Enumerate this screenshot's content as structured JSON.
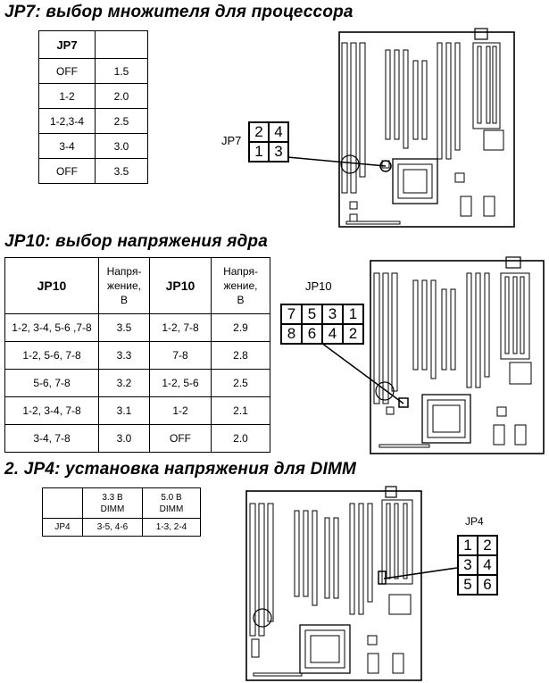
{
  "sections": {
    "jp7": {
      "title": "JP7: выбор множителя для процессора",
      "header": [
        "JP7",
        ""
      ],
      "rows": [
        [
          "OFF",
          "1.5"
        ],
        [
          "1-2",
          "2.0"
        ],
        [
          "1-2,3-4",
          "2.5"
        ],
        [
          "3-4",
          "3.0"
        ],
        [
          "OFF",
          "3.5"
        ]
      ],
      "diagram_label": "JP7",
      "pins": [
        "2",
        "4",
        "1",
        "3"
      ]
    },
    "jp10": {
      "title": "JP10: выбор напряжения ядра",
      "header": [
        "JP10",
        "Напря-\nжение,\nВ",
        "JP10",
        "Напря-\nжение,\nВ"
      ],
      "rows": [
        [
          "1-2, 3-4, 5-6 ,7-8",
          "3.5",
          "1-2, 7-8",
          "2.9"
        ],
        [
          "1-2, 5-6, 7-8",
          "3.3",
          "7-8",
          "2.8"
        ],
        [
          "5-6, 7-8",
          "3.2",
          "1-2, 5-6",
          "2.5"
        ],
        [
          "1-2, 3-4, 7-8",
          "3.1",
          "1-2",
          "2.1"
        ],
        [
          "3-4, 7-8",
          "3.0",
          "OFF",
          "2.0"
        ]
      ],
      "diagram_label": "JP10",
      "pins": [
        "7",
        "5",
        "3",
        "1",
        "8",
        "6",
        "4",
        "2"
      ]
    },
    "jp4": {
      "title": "2. JP4: установка напряжения для DIMM",
      "header": [
        "",
        "3.3 В\nDIMM",
        "5.0 В\nDIMM"
      ],
      "rows": [
        [
          "JP4",
          "3-5, 4-6",
          "1-3, 2-4"
        ]
      ],
      "diagram_label": "JP4",
      "pins": [
        "1",
        "2",
        "3",
        "4",
        "5",
        "6"
      ]
    }
  }
}
